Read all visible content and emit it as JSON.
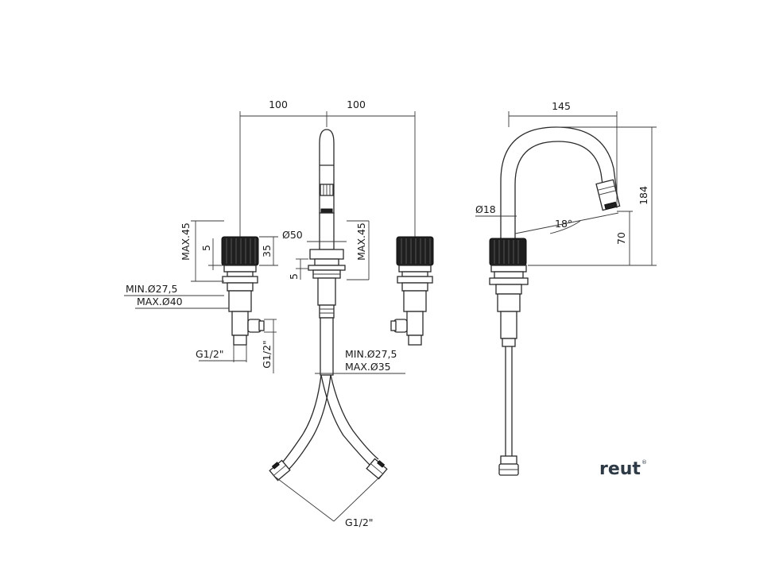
{
  "dimensions": {
    "spacing_left": "100",
    "spacing_right": "100",
    "reach": "145",
    "height_total": "184",
    "height_under_spout": "70",
    "spout_diameter": "Ø18",
    "angle": "18°",
    "base_diameter": "Ø50",
    "handle_max_left": "MAX.45",
    "handle_max_center": "MAX.45",
    "offset_5_left": "5",
    "height_35": "35",
    "offset_5_center": "5",
    "hole_min_left": "MIN.Ø27,5",
    "hole_max_left": "MAX.Ø40",
    "hole_min_center": "MIN.Ø27,5",
    "hole_max_center": "MAX.Ø35",
    "thread_g12_left": "G1/2\"",
    "thread_g12_side": "G1/2\"",
    "thread_g12_hoses": "G1/2\""
  },
  "brand": {
    "logo_text": "reut",
    "logo_mark": "®",
    "logo_color": "#2e3a46"
  },
  "colors": {
    "line": "#2a2a2a",
    "knob": "#1f1f1f"
  }
}
